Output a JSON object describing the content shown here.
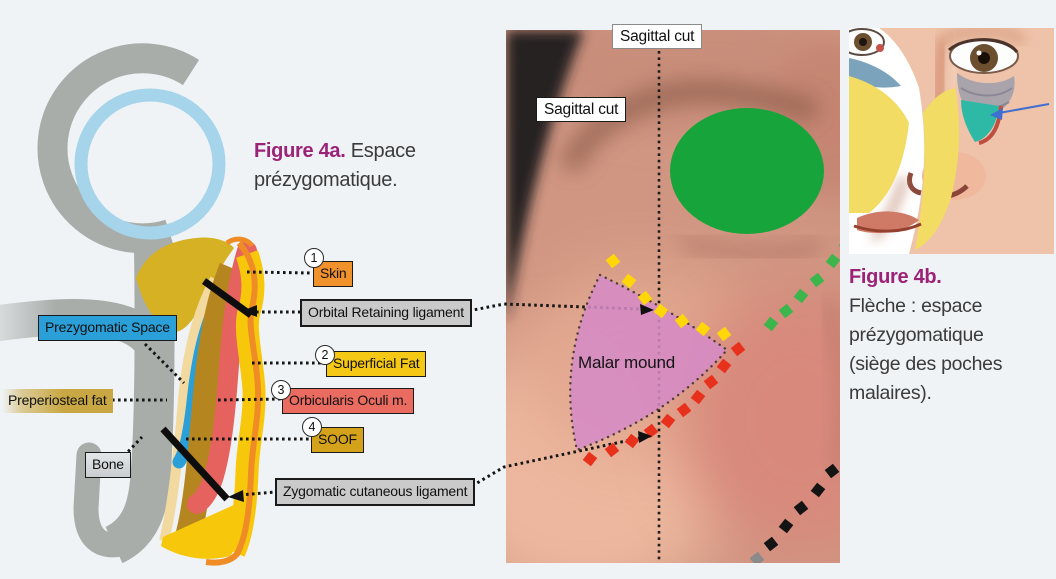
{
  "colors": {
    "background": "#eff3f6",
    "accent_magenta": "#9c2277",
    "bone_gray": "#a9adaa",
    "prezygomatic_space_blue": "#2b9fd8",
    "preperiosteal_fat_gold": "#c9a844",
    "skin_orange": "#f0912c",
    "superficial_fat_yellow": "#f5c816",
    "orbicularis_red": "#ea6c61",
    "soof_gold": "#d5a31b",
    "ligament_box_gray": "#cacaca",
    "malar_mound_pink": "#d58ac7",
    "eye_overlay_green": "#17a43b",
    "marker_yellow": "#ffd607",
    "marker_red": "#e8311c",
    "marker_green": "#3cb54d",
    "marker_black": "#141414"
  },
  "figure_4a": {
    "title": "Figure 4a.",
    "caption": "Espace prézygomatique.",
    "left_labels": {
      "prezygomatic_space": "Prezygomatic Space",
      "preperiosteal_fat": "Preperiosteal fat",
      "bone": "Bone"
    },
    "right_labels": {
      "skin": {
        "number": "1",
        "label": "Skin"
      },
      "orbital_retaining_ligament": {
        "label": "Orbital Retaining ligament"
      },
      "superficial_fat": {
        "number": "2",
        "label": "Superficial Fat"
      },
      "orbicularis_oculi": {
        "number": "3",
        "label": "Orbicularis Oculi m."
      },
      "soof": {
        "number": "4",
        "label": "SOOF"
      },
      "zygomatic_cutaneous_ligament": {
        "label": "Zygomatic cutaneous ligament"
      }
    }
  },
  "photo": {
    "sagittal_cut_top": "Sagittal cut",
    "sagittal_cut_left": "Sagittal cut",
    "malar_mound_label": "Malar mound"
  },
  "figure_4b": {
    "title": "Figure 4b.",
    "lines": [
      "Flèche : espace",
      "prézygomatique",
      "(siège des poches",
      "malaires)."
    ]
  }
}
